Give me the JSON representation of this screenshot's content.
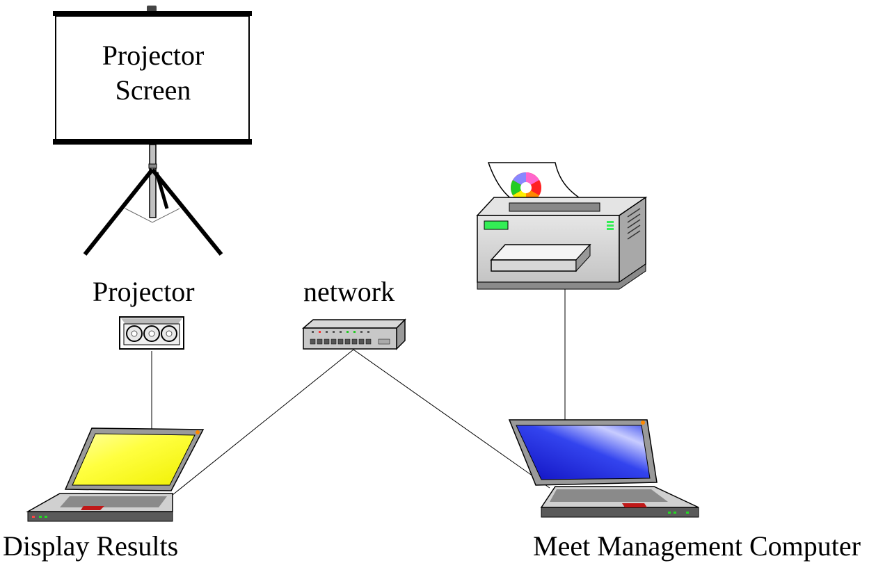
{
  "screen": {
    "line1": "Projector",
    "line2": "Screen"
  },
  "projector": {
    "label": "Projector"
  },
  "network": {
    "label": "network"
  },
  "display_laptop": {
    "label": "Display Results",
    "screen_color": "#ffff33"
  },
  "meet_laptop": {
    "label": "Meet Management Computer",
    "screen_color": "#2233dd"
  },
  "printer": {
    "indicator_color": "#33ee55"
  }
}
